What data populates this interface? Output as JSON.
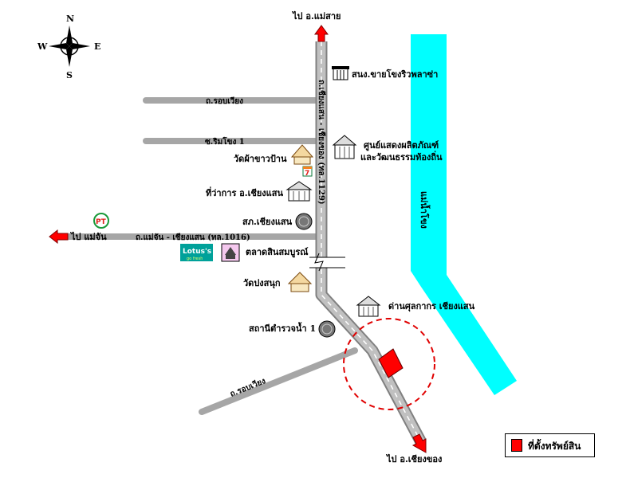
{
  "compass": {
    "north": "N",
    "south": "S",
    "east": "E",
    "west": "W"
  },
  "directions": {
    "to_mae_sai": "ไป อ.แม่สาย",
    "to_mae_chan": "ไป แม่จัน",
    "to_chiang_khong": "ไป อ.เชียงของ"
  },
  "roads": {
    "rob_wiang_top": "ถ.รอบเวียง",
    "rim_khong_1": "ซ.ริมโขง 1",
    "mae_chan_chiang_saen": "ถ.แม่จัน - เชียงแสน (ทล.1016)",
    "chiang_saen_chiang_khong": "ถ.เชียงแสน - เชียงของ (ทล.1129)",
    "rob_wiang_bottom": "ถ.รอบเวียง"
  },
  "river": {
    "label": "แม่น้ำโขง"
  },
  "places": {
    "riverside_plaza": "สนง.ขายโขงริวพลาซ่า",
    "exhibition_center_l1": "ศูนย์แสดงผลิตภัณฑ์",
    "exhibition_center_l2": "และวัฒนธรรมท้องถิ่น",
    "wat_pha_khao_pan": "วัดผ้าขาวป้าน",
    "district_office": "ที่ว่าการ อ.เชียงแสน",
    "police_station": "สภ.เชียงแสน",
    "market": "ตลาดสินสมบูรณ์",
    "wat_pong_sanuk": "วัดปงสนุก",
    "customs_house": "ด่านศุลกากร เชียงแสน",
    "water_police": "สถานีตำรวจน้ำ 1"
  },
  "brands": {
    "seven_eleven": "7",
    "pt": "PT",
    "lotus": "Lotus's",
    "lotus_sub": "go fresh"
  },
  "legend": {
    "label": "ที่ตั้งทรัพย์สิน"
  },
  "colors": {
    "river": "#00ffff",
    "road": "#a6a6a6",
    "property": "#ff0000",
    "circle": "#e00000",
    "arrow": "#ff0000"
  }
}
